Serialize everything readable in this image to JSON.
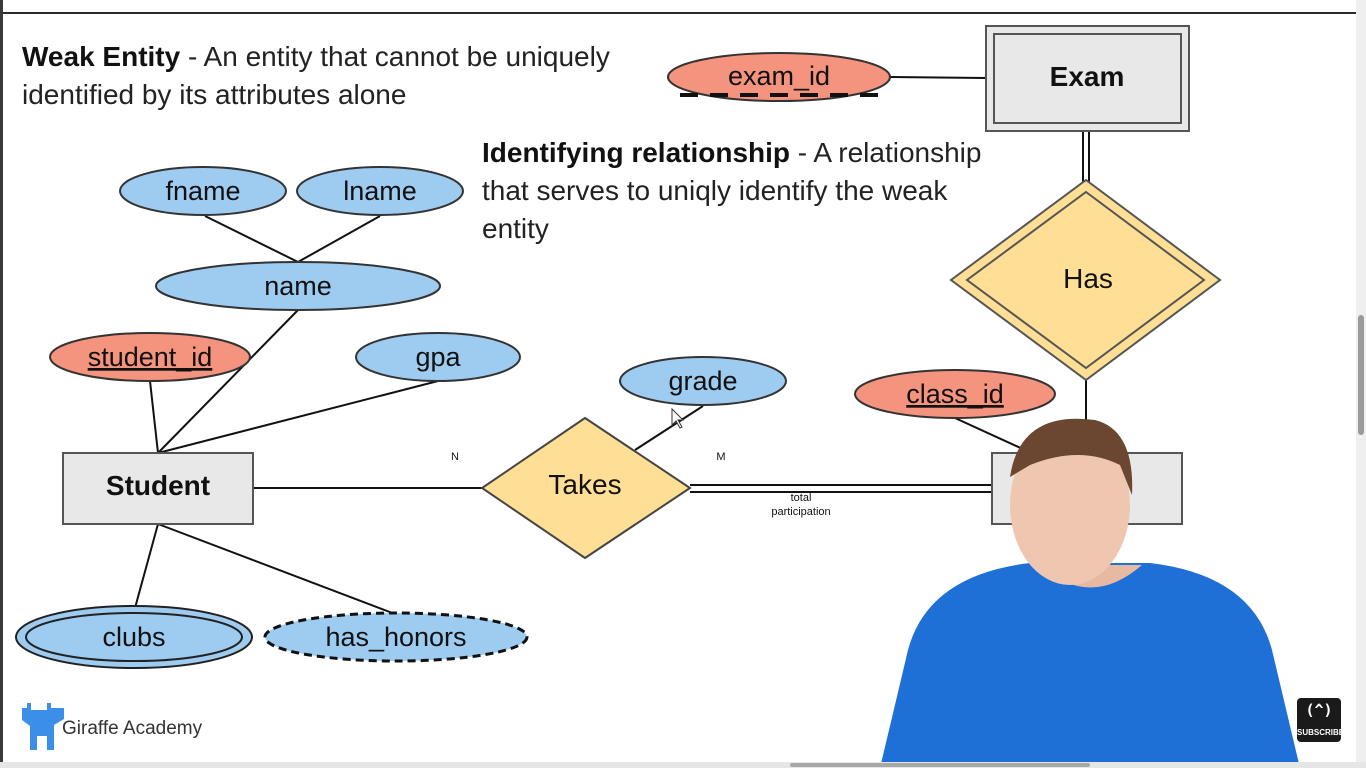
{
  "definitions": {
    "weak_entity_term": "Weak Entity",
    "weak_entity_text": " - An entity that cannot be uniquely identified by its attributes alone",
    "identifying_term": "Identifying relationship",
    "identifying_text": " - A relationship that serves to uniqly identify the weak entity"
  },
  "diagram": {
    "attributes": {
      "fname": "fname",
      "lname": "lname",
      "name": "name",
      "student_id": "student_id",
      "gpa": "gpa",
      "grade": "grade",
      "class_id": "class_id",
      "exam_id": "exam_id",
      "clubs": "clubs",
      "has_honors": "has_honors"
    },
    "entities": {
      "student": "Student",
      "exam": "Exam"
    },
    "relationships": {
      "takes": "Takes",
      "has": "Has"
    },
    "cardinality": {
      "n": "N",
      "m": "M"
    },
    "notes": {
      "total": "total",
      "participation": "participation"
    }
  },
  "branding": {
    "logo_text": "Giraffe Academy",
    "subscribe_label": "SUBSCRIBE",
    "subscribe_icon": "(^)"
  },
  "colors": {
    "attribute_fill": "#9ecbf0",
    "key_fill": "#f4937e",
    "entity_fill": "#e8e8e8",
    "relationship_fill": "#ffdf96",
    "shirt": "#1e6fd6"
  }
}
